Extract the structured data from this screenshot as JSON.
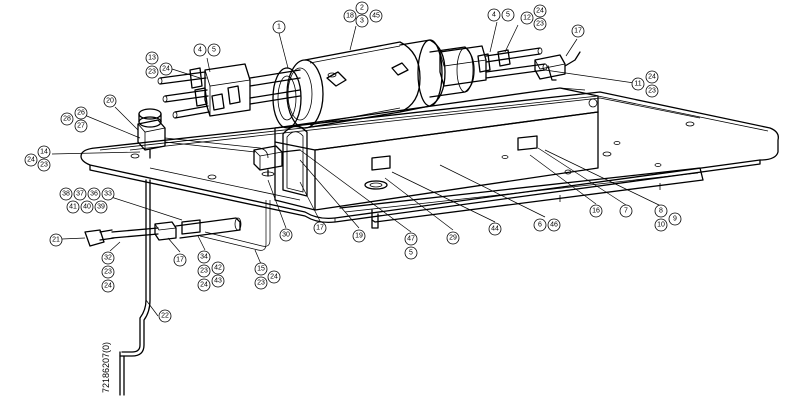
{
  "drawing_number": "72186207(0)",
  "part_numbers": {
    "n1": "1",
    "n2": "2",
    "n3": "3",
    "n18": "18",
    "n45": "45",
    "n4a": "4",
    "n5a": "5",
    "n4b": "4",
    "n5b": "5",
    "n24a": "24",
    "n23a": "23",
    "n12": "12",
    "n17a": "17",
    "n13": "13",
    "n24b": "24",
    "n23b": "23",
    "n11": "11",
    "n24c": "24",
    "n23c": "23",
    "n20": "20",
    "n26": "26",
    "n27": "27",
    "n28": "28",
    "n14": "14",
    "n24d": "24",
    "n23d": "23",
    "n38": "38",
    "n37": "37",
    "n36": "36",
    "n33": "33",
    "n41": "41",
    "n40": "40",
    "n39": "39",
    "n21": "21",
    "n32": "32",
    "n23e": "23",
    "n24e": "24",
    "n17b": "17",
    "n34": "34",
    "n23f": "23",
    "n42": "42",
    "n24f": "24",
    "n43": "43",
    "n15": "15",
    "n24g": "24",
    "n23g": "23",
    "n30": "30",
    "n17c": "17",
    "n19": "19",
    "n47": "47",
    "n5c": "5",
    "n29": "29",
    "n44": "44",
    "n6": "6",
    "n46": "46",
    "n16": "16",
    "n7": "7",
    "n8": "8",
    "n9": "9",
    "n10": "10",
    "n22": "22"
  },
  "colors": {
    "line": "#000000",
    "background": "#ffffff"
  }
}
